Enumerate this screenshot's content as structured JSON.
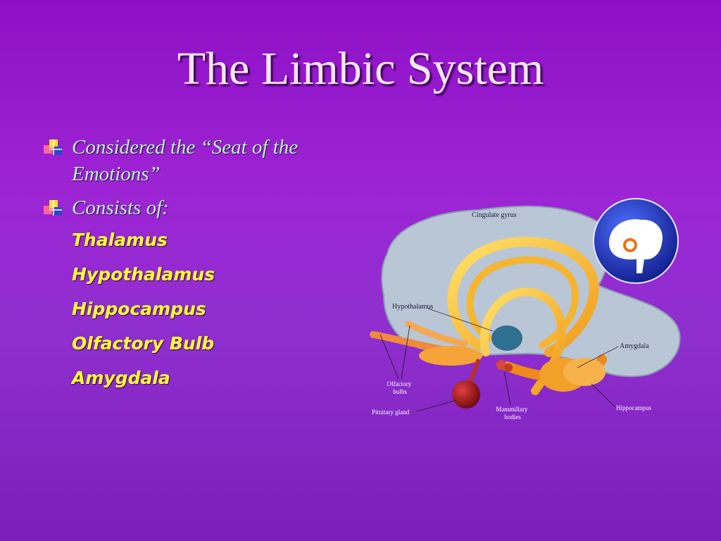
{
  "slide": {
    "title": "The Limbic System",
    "bullets": [
      {
        "icon": "bullet-square-icon",
        "text": "Considered the “Seat of the Emotions”"
      },
      {
        "icon": "bullet-square-icon",
        "text": "Consists of:"
      }
    ],
    "parts": [
      "Thalamus",
      "Hypothalamus",
      "Hippocampus",
      "Olfactory Bulb",
      "Amygdala"
    ]
  },
  "diagram": {
    "labels": {
      "cingulate": "Cingulate gyrus",
      "hypothalamus": "Hypothalamus",
      "amygdala": "Amygdala",
      "olfactory_line1": "Olfactory",
      "olfactory_line2": "bulbs",
      "pituitary": "Pituitary gland",
      "mammillary_line1": "Mammillary",
      "mammillary_line2": "bodies",
      "hippocampus": "Hippocampus"
    }
  },
  "colors": {
    "background": "#9d24d4",
    "title": "#f7e6f2",
    "bullet_text": "#b9f5c8",
    "sub_items": "#ffff33"
  }
}
